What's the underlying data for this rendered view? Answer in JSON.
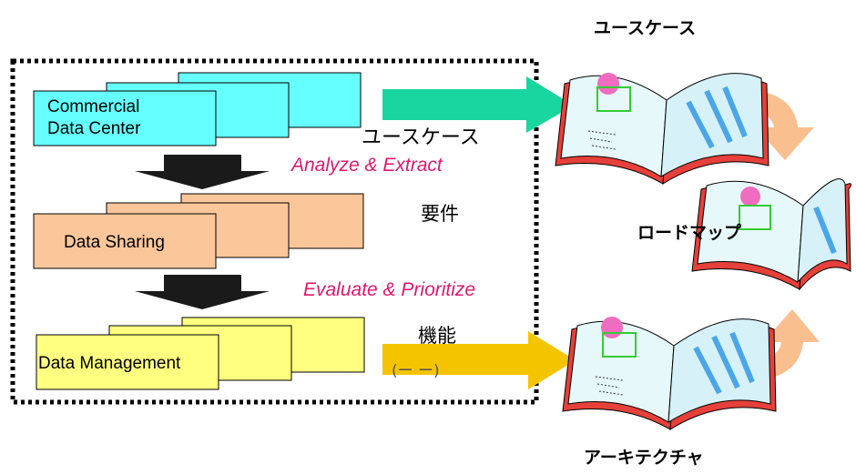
{
  "process": {
    "stages": [
      {
        "label": "Commercial\nData Center",
        "color": "#66ffff"
      },
      {
        "label": "Data Sharing",
        "color": "#fbc79a"
      },
      {
        "label": "Data Management",
        "color": "#ffff80"
      }
    ],
    "steps": [
      {
        "label": "Analyze & Extract"
      },
      {
        "label": "Evaluate & Prioritize"
      }
    ],
    "outputs": [
      {
        "label": "ユースケース"
      },
      {
        "label": "要件"
      },
      {
        "label": "機能"
      }
    ],
    "output_partial": "(ー   ー)"
  },
  "documents": [
    {
      "label": "ユースケース"
    },
    {
      "label": "ロードマップ"
    },
    {
      "label": "アーキテクチャ"
    }
  ],
  "colors": {
    "accent_pink": "#e0186e",
    "arrow_green": "#19d6a0",
    "arrow_yellow": "#f5c400",
    "arrow_peach": "#f9bf8f"
  }
}
